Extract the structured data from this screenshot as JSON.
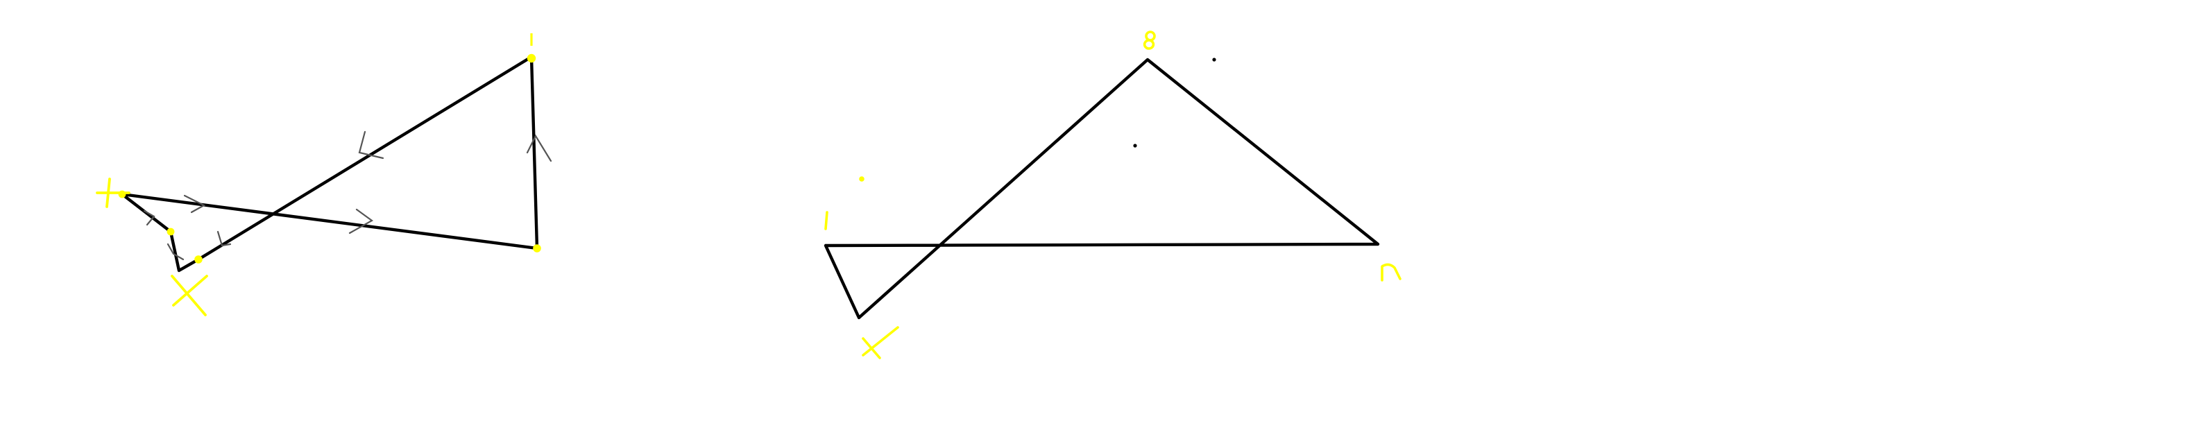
{
  "canvas": {
    "background": "#ffffff"
  },
  "colors": {
    "stroke": "#000000",
    "marker": "#ffff00",
    "annotation": "#555555"
  },
  "diagram": {
    "left_figure": {
      "description_kind": "self-intersecting quadrilateral with notch",
      "labels": [
        "+",
        "X"
      ]
    },
    "right_figure": {
      "description_kind": "crossed triangle shape",
      "labels": [
        "8",
        "1",
        "X",
        "n"
      ]
    }
  }
}
